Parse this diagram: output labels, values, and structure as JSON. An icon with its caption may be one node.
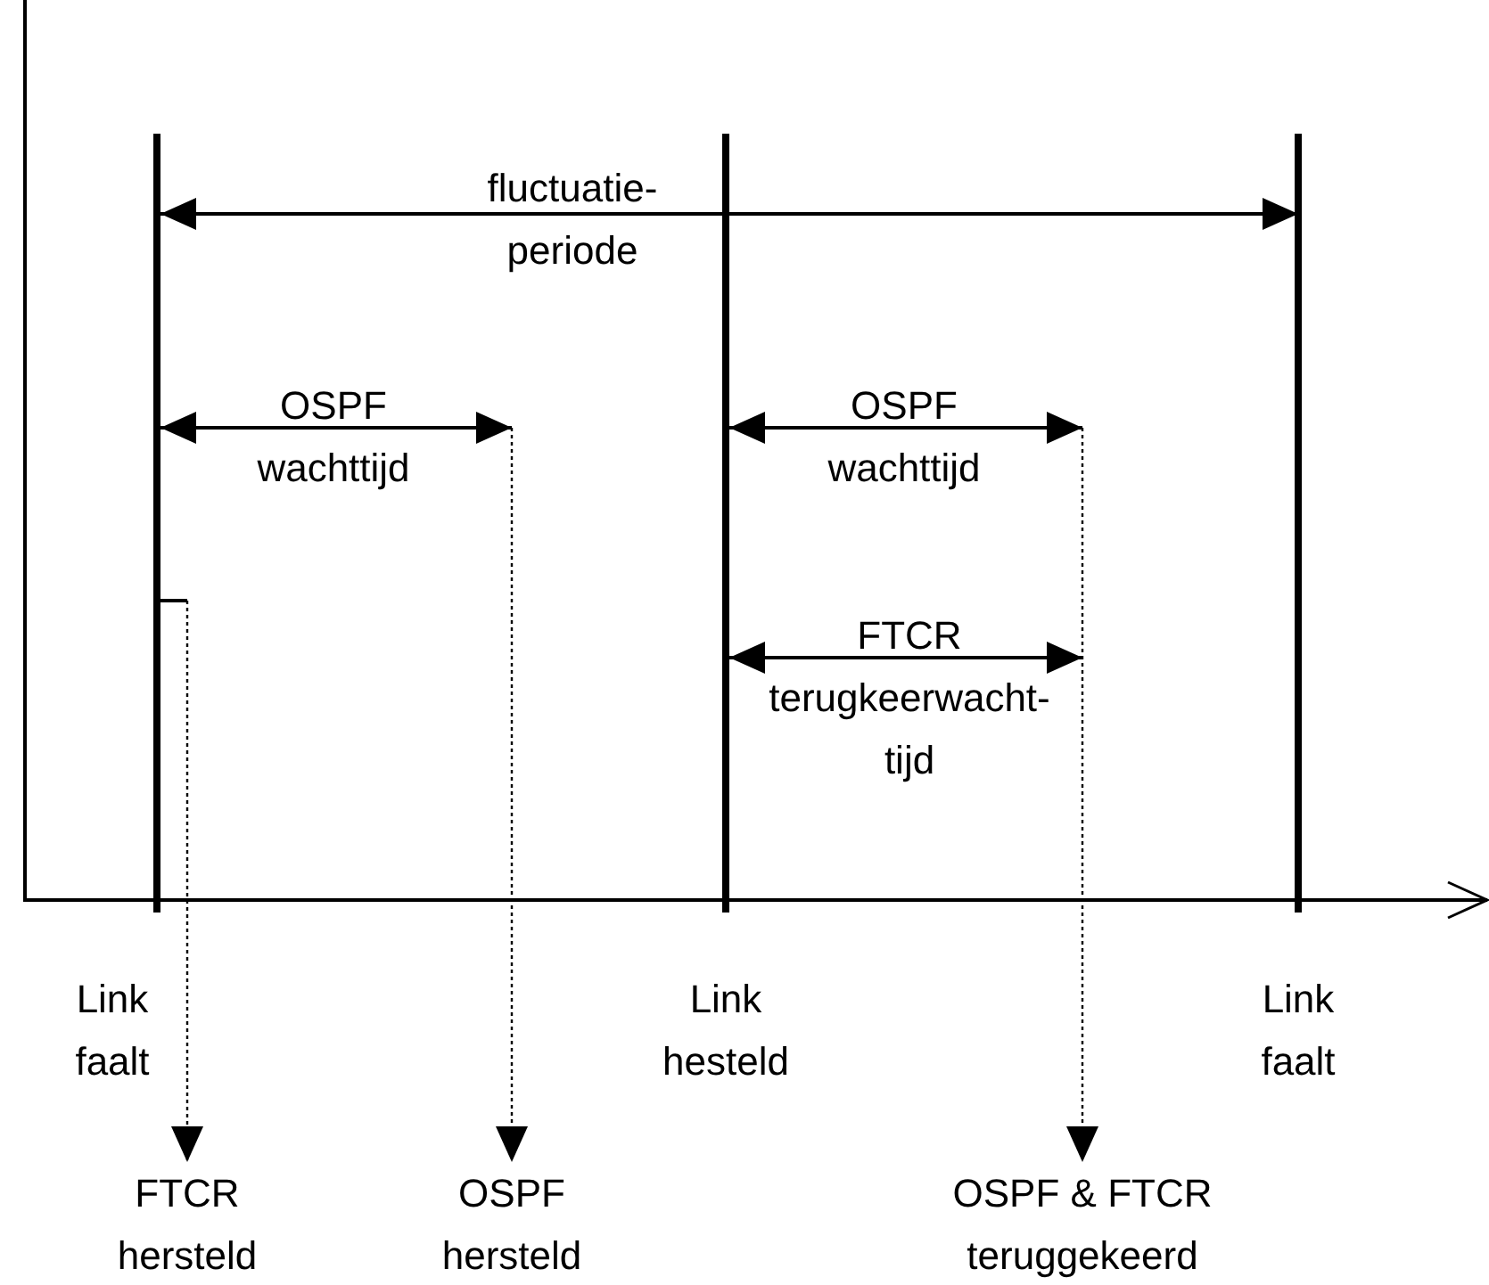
{
  "diagram": {
    "nodes": [
      {
        "text": [
          "FTCR hersteld"
        ]
      },
      {
        "text": [
          "OSPF hersteld"
        ]
      },
      {
        "text": [
          "OSPF & FTCR teruggekeerd"
        ]
      }
    ],
    "edges": [
      {
        "from": null,
        "to": 0,
        "arrow": "to",
        "style": "dashed"
      },
      {
        "from": null,
        "to": 1,
        "arrow": "to",
        "style": "dashed"
      },
      {
        "from": null,
        "to": 2,
        "arrow": "to",
        "style": "dashed"
      }
    ],
    "labels": [
      "fluctuatie- periode",
      "OSPF wachttijd",
      "OSPF wachttijd",
      "FTCR terugkeerwacht- tijd",
      "Link faalt",
      "Link hesteld",
      "Link faalt"
    ]
  }
}
